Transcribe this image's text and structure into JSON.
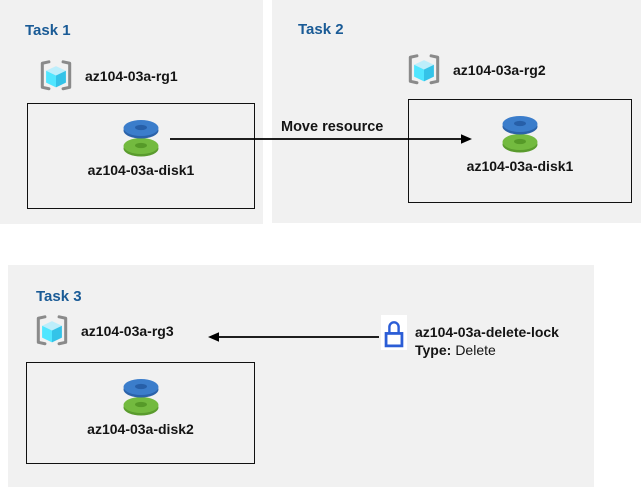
{
  "tasks": [
    {
      "label": "Task 1",
      "resource_group": "az104-03a-rg1",
      "resource": "az104-03a-disk1"
    },
    {
      "label": "Task 2",
      "resource_group": "az104-03a-rg2",
      "resource": "az104-03a-disk1"
    },
    {
      "label": "Task 3",
      "resource_group": "az104-03a-rg3",
      "resource": "az104-03a-disk2"
    }
  ],
  "move_arrow": {
    "label": "Move resource"
  },
  "lock": {
    "name": "az104-03a-delete-lock",
    "type_label": "Type:",
    "type_value": "Delete"
  },
  "icons": {
    "resource_group": "azure-resource-group-icon",
    "disk": "azure-managed-disk-icon",
    "lock": "delete-lock-icon"
  },
  "colors": {
    "panel_bg": "#f1f1f1",
    "task_title_blue": "#1a5b96",
    "text": "#141414",
    "lock_blue": "#2b5dd6",
    "disk_blue": "#3b7dcb",
    "disk_green": "#73ba3f",
    "cube_cyan": "#50e6ff",
    "bracket_gray": "#8a8a8a"
  }
}
